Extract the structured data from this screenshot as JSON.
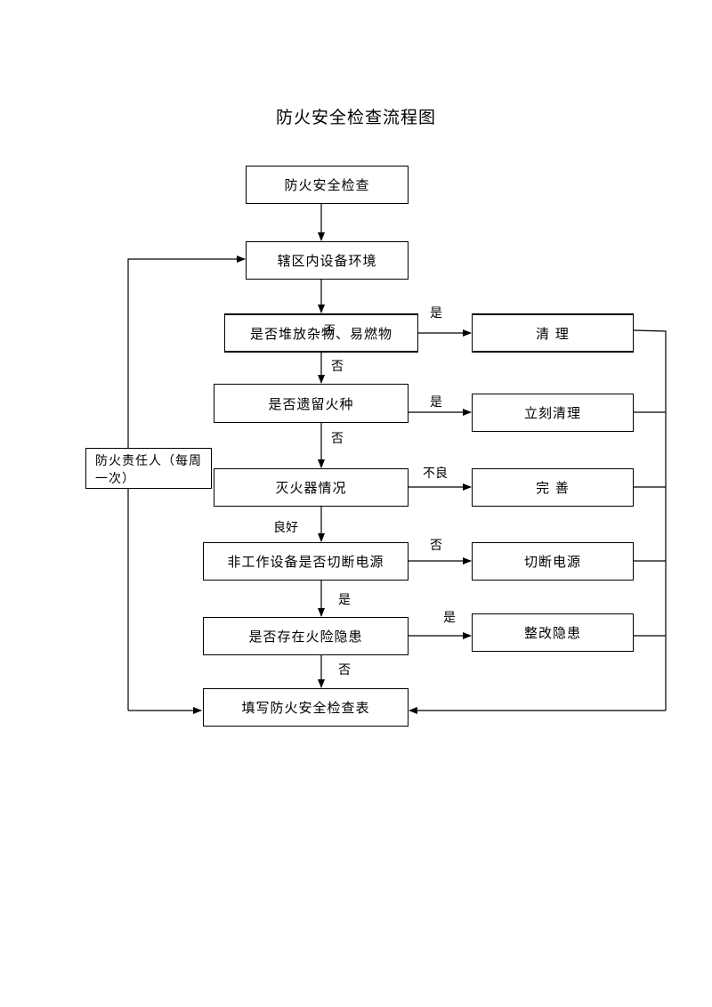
{
  "title": "防火安全检查流程图",
  "main_steps": [
    "防火安全检查",
    "辖区内设备环境",
    "是否堆放杂物、易燃物",
    "是否遗留火种",
    "灭火器情况",
    "非工作设备是否切断电源",
    "是否存在火险隐患",
    "填写防火安全检查表"
  ],
  "actions": [
    "清  理",
    "立刻清理",
    "完  善",
    "切断电源",
    "整改隐患"
  ],
  "branch_labels": {
    "yes_1": "是",
    "yes_2": "是",
    "notgood_3": "不良",
    "no_4": "否",
    "yes_5": "是"
  },
  "down_labels": {
    "overlap_no": "否",
    "no_1": "否",
    "no_2": "否",
    "good_3": "良好",
    "yes_4": "是",
    "no_5": "否"
  },
  "side_box": "防火责任人（每周一次）"
}
